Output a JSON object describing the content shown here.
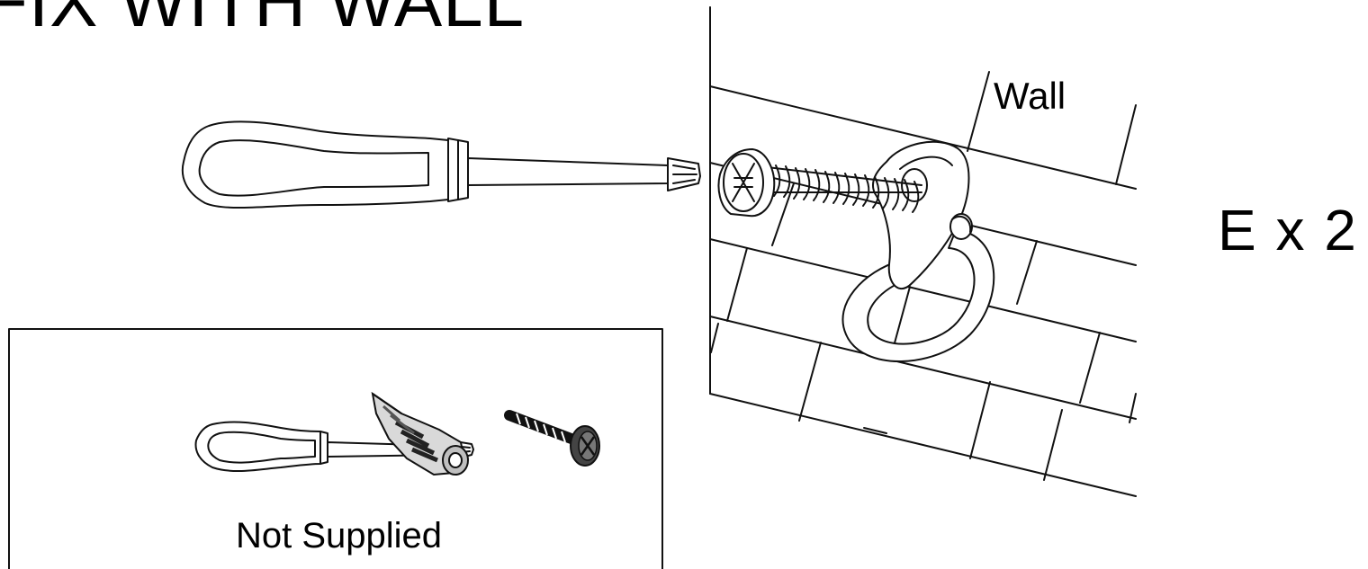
{
  "diagram": {
    "title": "FIX WITH WALL",
    "wall_label": "Wall",
    "quantity_label": "E x 2",
    "not_supplied_label": "Not Supplied"
  },
  "icons": {
    "main_screwdriver": "screwdriver-icon",
    "wall_screw": "screw-icon",
    "hanger": "d-ring-hanger-icon",
    "small_screwdriver": "screwdriver-icon",
    "wall_plug": "wall-plug-icon",
    "small_screw": "screw-icon"
  }
}
